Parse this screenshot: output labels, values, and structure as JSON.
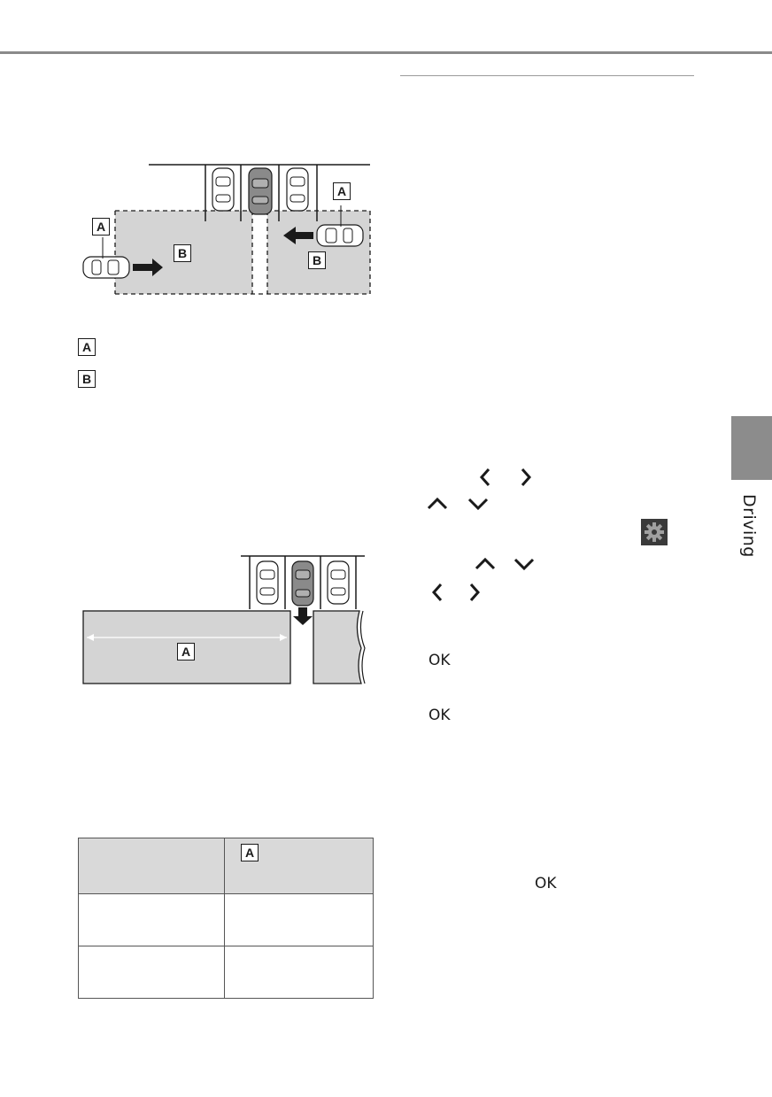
{
  "diagram_top": {
    "labels": [
      "A",
      "A",
      "B",
      "B"
    ]
  },
  "legend": [
    {
      "label": "A"
    },
    {
      "label": "B"
    }
  ],
  "diagram_bottom": {
    "labels": [
      "A"
    ]
  },
  "table": {
    "header_label": "A"
  },
  "side_tab": {
    "label": "Driving"
  },
  "controls": {
    "left_chevron": "‹",
    "right_chevron": "›",
    "up_chevron": "^",
    "down_chevron": "v",
    "ok_1": "OK",
    "ok_2": "OK",
    "ok_3": "OK"
  },
  "icons": [
    "settings-gear-icon",
    "chevron-left-icon",
    "chevron-right-icon",
    "chevron-up-icon",
    "chevron-down-icon"
  ],
  "colors": {
    "zone_fill": "#d4d4d4",
    "highlight_car": "#8a8a8a",
    "side_tab": "#8c8c8c"
  }
}
